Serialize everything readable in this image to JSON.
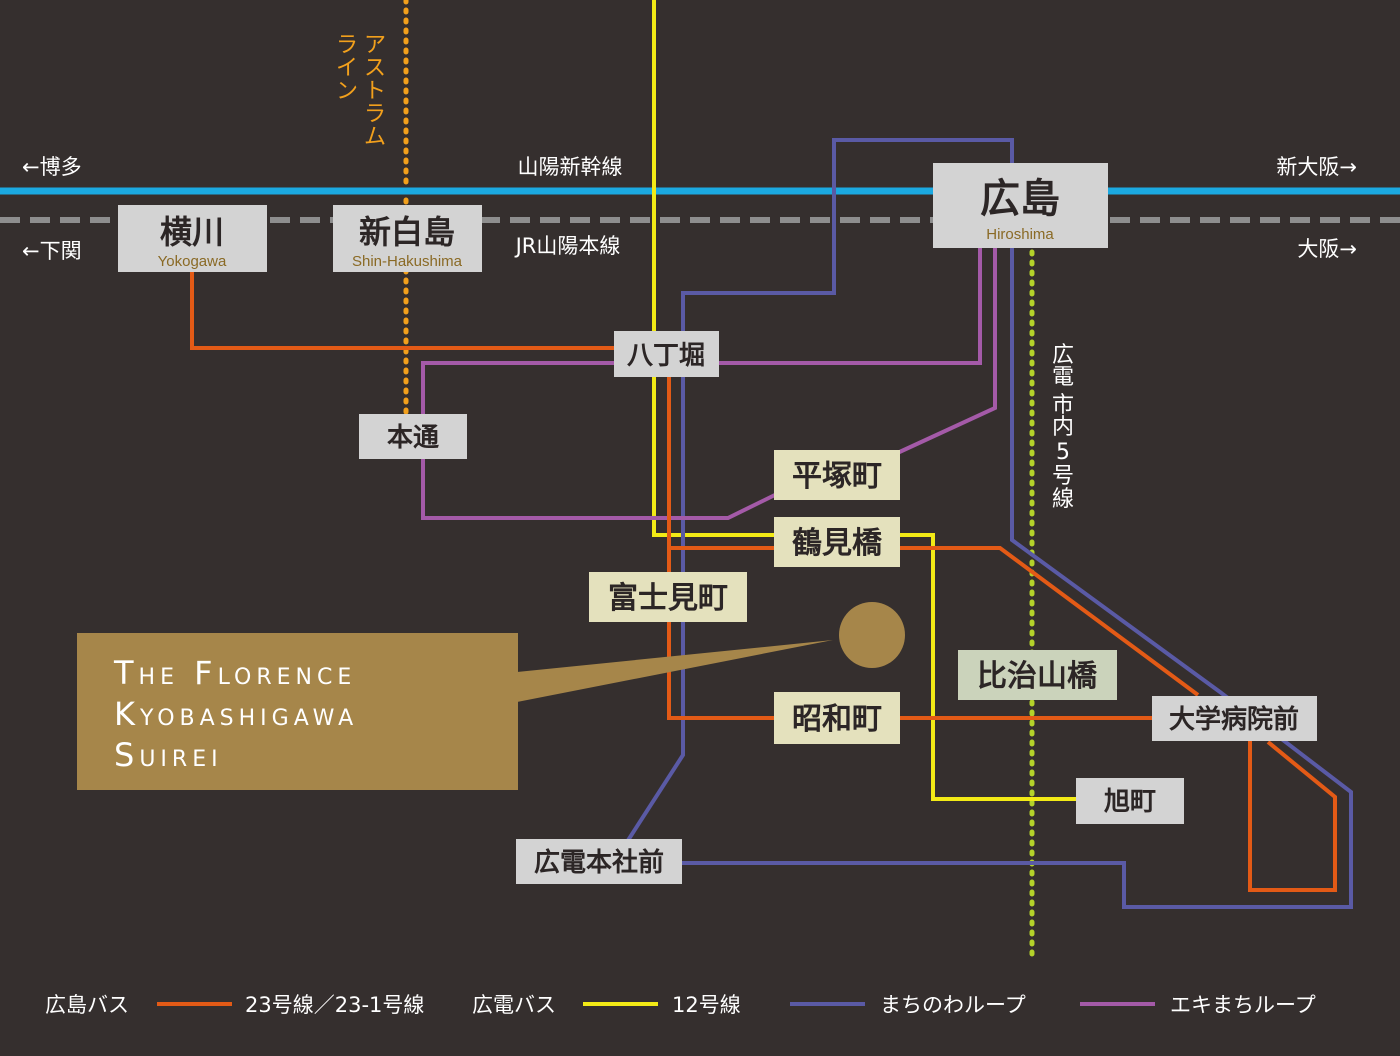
{
  "colors": {
    "background": "#352f2e",
    "shinkansen": "#1ba9e1",
    "jr_line": "#8e8e8e",
    "hiroshima_bus_23": "#e35a16",
    "hiroden_bus_12": "#f2ea16",
    "machinowa_loop": "#5a5aa5",
    "eki_machi_loop": "#a45aa8",
    "astram_line": "#f2a01c",
    "hiroden_tram_5": "#b4d22a",
    "station_box_gray": "#d3d3d3",
    "station_box_cream": "#e4e1bd",
    "station_box_green": "#cbd3bb",
    "property_box": "#a6864a",
    "property_marker": "#a6864a"
  },
  "rail_labels": {
    "shinkansen": "山陽新幹線",
    "jr": "JR山陽本線",
    "west_shinkansen": "←博多",
    "east_shinkansen": "新大阪→",
    "west_jr": "←下関",
    "east_jr": "大阪→",
    "astram_line": [
      "アストラム",
      "ライン"
    ],
    "hiroden_tram_line": [
      "広",
      "電",
      "市",
      "内",
      "5",
      "号",
      "線"
    ]
  },
  "stations": {
    "yokogawa": {
      "name": "横川",
      "sub": "Yokogawa"
    },
    "shin_hakushima": {
      "name": "新白島",
      "sub": "Shin-Hakushima"
    },
    "hiroshima": {
      "name": "広島",
      "sub": "Hiroshima"
    },
    "hatchobori": {
      "name": "八丁堀"
    },
    "hondori": {
      "name": "本通"
    },
    "hiratsukacho": {
      "name": "平塚町"
    },
    "tsurumibashi": {
      "name": "鶴見橋"
    },
    "fujimicho": {
      "name": "富士見町"
    },
    "hijiyamabashi": {
      "name": "比治山橋"
    },
    "showamachi": {
      "name": "昭和町"
    },
    "daigaku_byoin_mae": {
      "name": "大学病院前"
    },
    "asahimachi": {
      "name": "旭町"
    },
    "hiroden_honsha_mae": {
      "name": "広電本社前"
    }
  },
  "property": {
    "lines": [
      "The Florence",
      "Kyobashigawa",
      "Suirei"
    ]
  },
  "legend": {
    "group1": "広島バス",
    "line23": "23号線／23-1号線",
    "group2": "広電バス",
    "line12": "12号線",
    "machinowa": "まちのわループ",
    "ekimachi": "エキまちループ"
  }
}
